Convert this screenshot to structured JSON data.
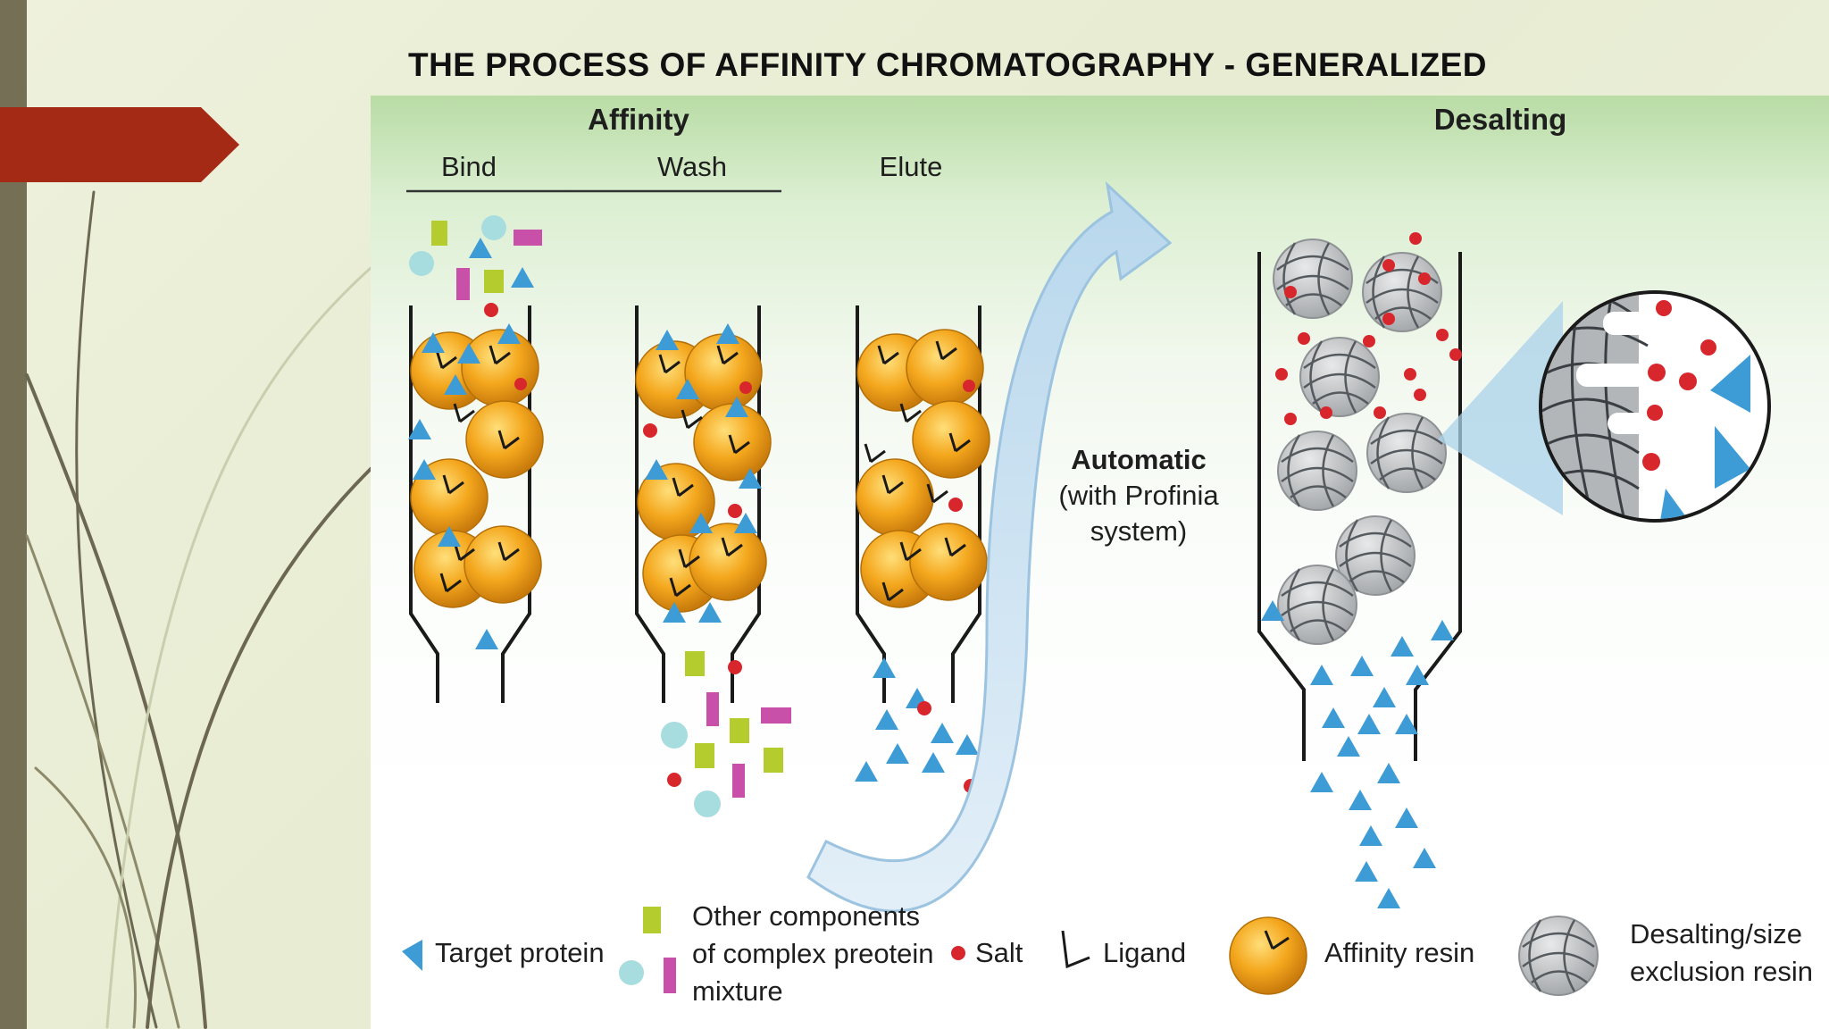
{
  "slide": {
    "title": "THE PROCESS OF AFFINITY CHROMATOGRAPHY - GENERALIZED"
  },
  "figure": {
    "affinity_header": "Affinity",
    "steps": [
      "Bind",
      "Wash",
      "Elute"
    ],
    "desalting_header": "Desalting",
    "automatic_label": [
      "Automatic",
      "(with Profinia",
      "system)"
    ]
  },
  "legend": {
    "target_protein": "Target protein",
    "other_components": [
      "Other components",
      "of complex preotein",
      "mixture"
    ],
    "salt": "Salt",
    "ligand": "Ligand",
    "affinity_resin": "Affinity resin",
    "desalting_resin": [
      "Desalting/size",
      "exclusion resin"
    ]
  },
  "colors": {
    "sidebar": "#746f55",
    "accent_arrow": "#a52a15",
    "resin_orange": "#f4a71d",
    "target_blue": "#3d9bd6",
    "salt_red": "#d8262d",
    "gray_resin": "#b9bcbf",
    "component_green": "#b5cc2e",
    "component_magenta": "#c850a8",
    "component_cyan": "#a8dde0",
    "flow_arrow": "#cfe4f2"
  }
}
